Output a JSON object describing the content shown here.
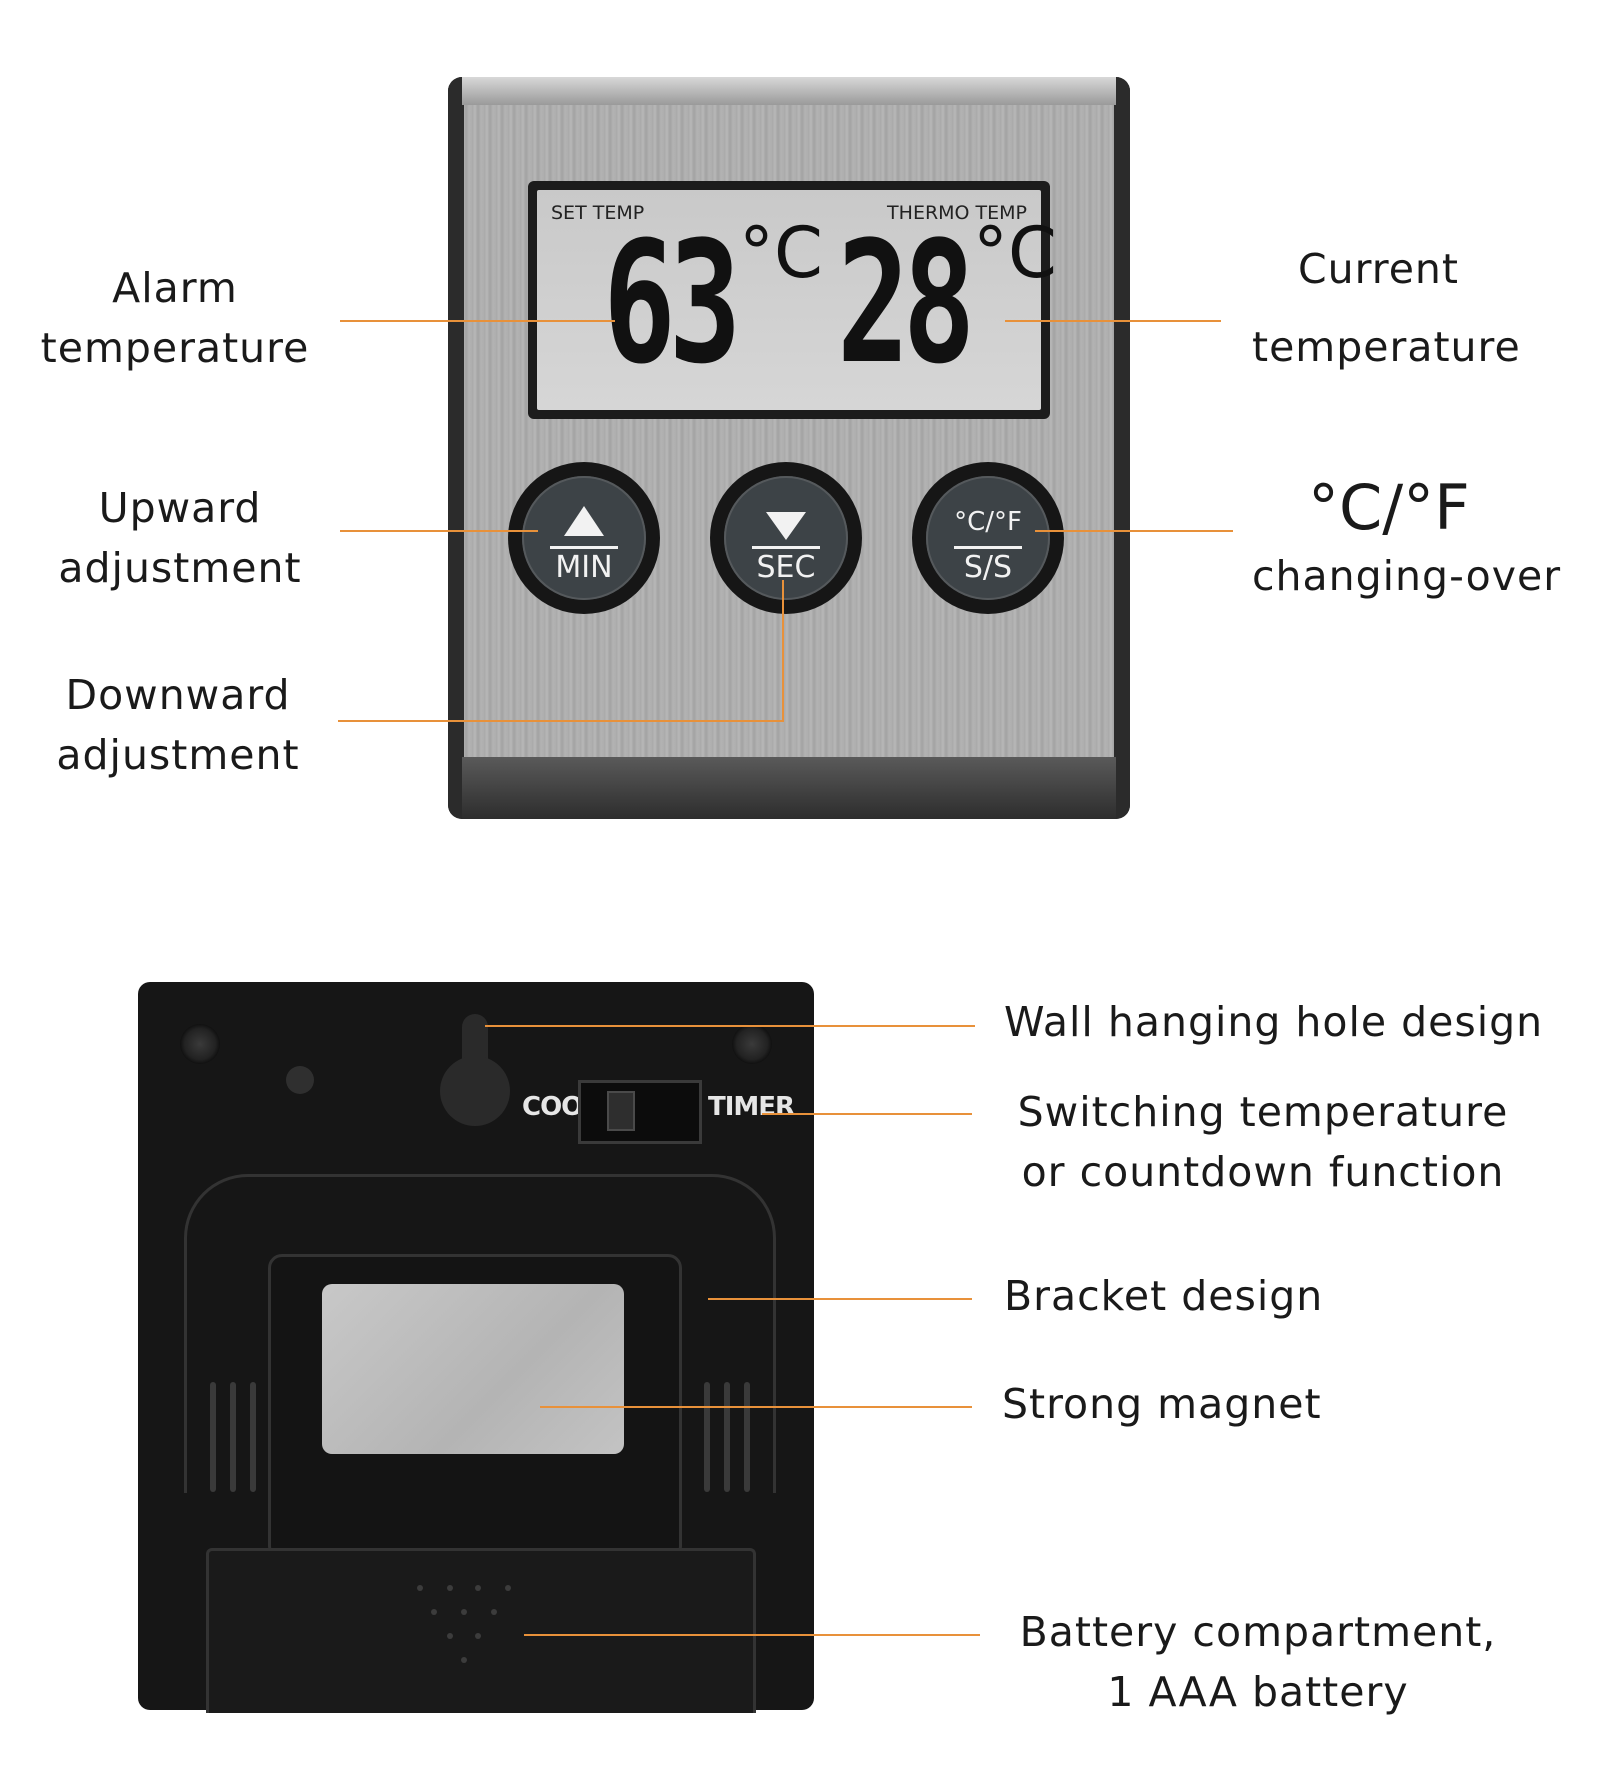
{
  "front": {
    "lcd": {
      "set_caption": "SET TEMP",
      "thermo_caption": "THERMO TEMP",
      "set_value": "63",
      "thermo_value": "28",
      "unit": "°C"
    },
    "buttons": {
      "min_label": "MIN",
      "sec_label": "SEC",
      "unit_top": "°C/°F",
      "unit_bottom": "S/S"
    }
  },
  "back": {
    "switch_left": "COOK",
    "switch_right": "TIMER"
  },
  "callouts": {
    "alarm_line1": "Alarm",
    "alarm_line2": "temperature",
    "current_line1": "Current",
    "current_line2": "temperature",
    "up_line1": "Upward",
    "up_line2": "adjustment",
    "down_line1": "Downward",
    "down_line2": "adjustment",
    "unit_line1": "°C/°F",
    "unit_line2": "changing-over",
    "wall": "Wall hanging hole design",
    "switch_line1": "Switching temperature",
    "switch_line2": "or countdown function",
    "bracket": "Bracket design",
    "magnet": "Strong magnet",
    "battery_line1": "Battery compartment,",
    "battery_line2": "1 AAA battery"
  },
  "colors": {
    "leader": "#e8913a",
    "button_face": "#3d4347",
    "device_back": "#161616"
  }
}
